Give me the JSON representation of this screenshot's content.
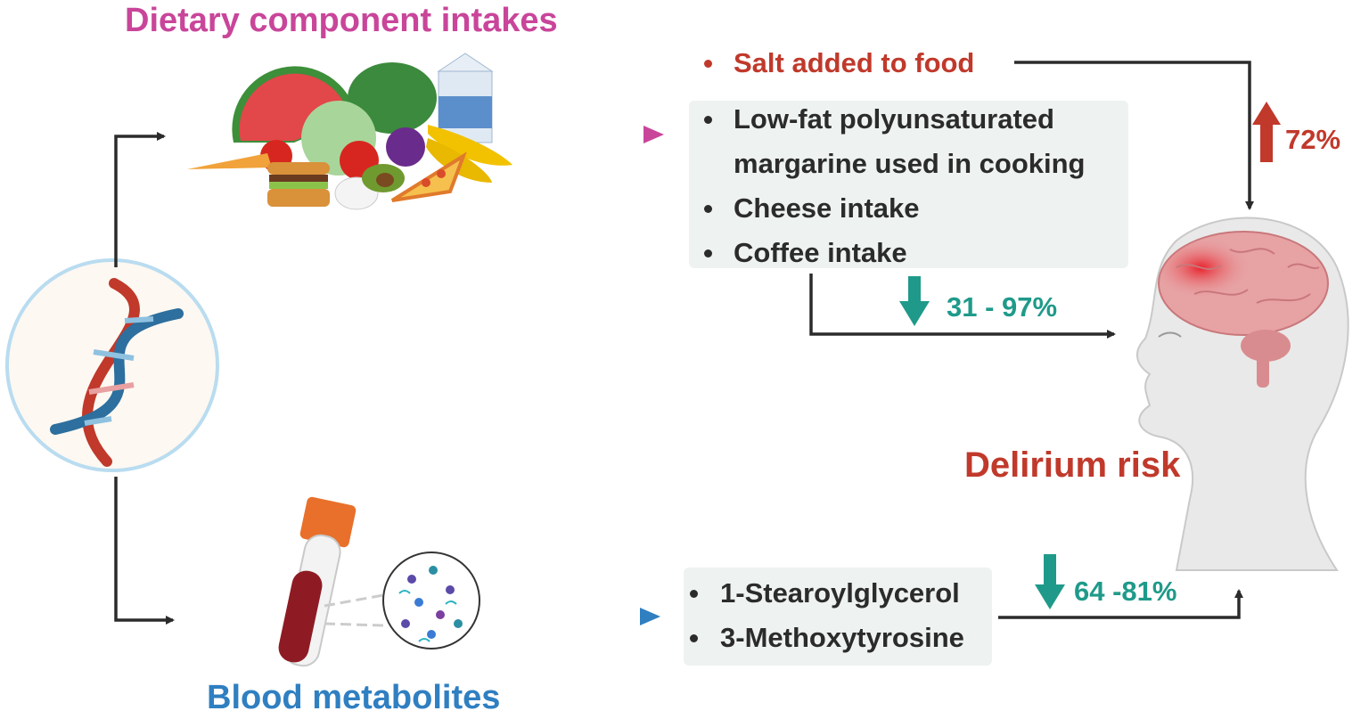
{
  "titles": {
    "dietary": "Dietary component intakes",
    "blood": "Blood metabolites",
    "outcome": "Delirium risk"
  },
  "risk_increase": {
    "items": [
      "Salt added to food"
    ],
    "effect": "72%"
  },
  "risk_decrease_diet": {
    "items": [
      "Low-fat polyunsaturated",
      "margarine used in cooking",
      "Cheese intake",
      "Coffee intake"
    ],
    "effect": "31 - 97%"
  },
  "risk_decrease_metabolites": {
    "items": [
      "1-Stearoylglycerol",
      "3-Methoxytyrosine"
    ],
    "effect": "64 -81%"
  },
  "icons": [
    "dna-icon",
    "food-group-icon",
    "blood-tube-icon",
    "metabolite-circle-icon",
    "human-head-brain-icon"
  ],
  "colors": {
    "diet": "#c9459a",
    "blood": "#2f7fc1",
    "increase": "#c0392b",
    "decrease": "#1f9a8a",
    "box": "#eef2f1"
  }
}
